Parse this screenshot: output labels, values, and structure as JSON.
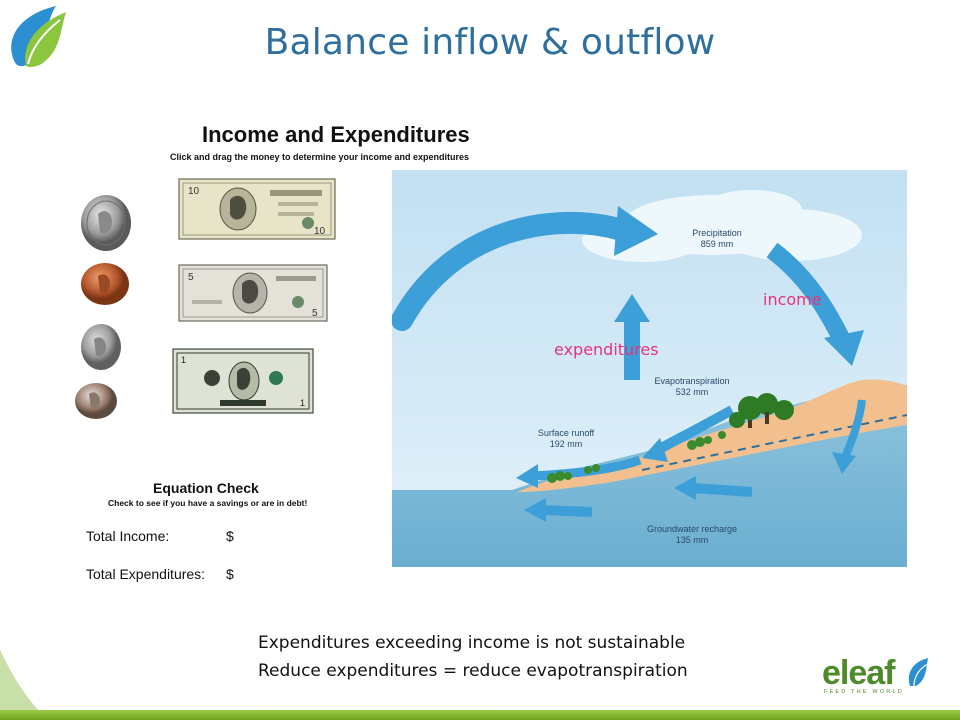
{
  "slide": {
    "title": "Balance inflow & outflow",
    "caption_lines": [
      "Expenditures exceeding income is not sustainable",
      "Reduce expenditures = reduce evapotranspiration"
    ]
  },
  "worksheet": {
    "title": "Income and Expenditures",
    "subtitle": "Click and drag the money to determine your income and expenditures",
    "equation_title": "Equation Check",
    "equation_subtitle": "Check to see if you have a savings or are in debt!",
    "total_income_label": "Total Income:",
    "total_income_value": "$",
    "total_expenditures_label": "Total Expenditures:",
    "total_expenditures_value": "$"
  },
  "diagram": {
    "precipitation": "Precipitation\n859 mm",
    "evapotranspiration": "Evapotranspiration\n532 mm",
    "surface_runoff": "Surface runoff\n192 mm",
    "groundwater": "Groundwater recharge\n135 mm"
  },
  "overlay": {
    "income": "income",
    "expenditures": "expenditures"
  },
  "logo": {
    "word": "eleaf",
    "tagline": "FEED THE WORLD"
  },
  "colors": {
    "title": "#2e6f9e",
    "overlay_text": "#e8327a",
    "brand_green": "#6ea31f",
    "sky": "#cfe7f5",
    "sea": "#7fb9d6",
    "land": "#f2c08e",
    "arrow": "#3d9fd8"
  },
  "icons": [
    "leaf-logo-icon",
    "quarter-coin-icon",
    "penny-coin-icon",
    "nickel-coin-icon",
    "dime-coin-icon",
    "ten-dollar-bill-icon",
    "five-dollar-bill-icon",
    "one-dollar-bill-icon",
    "tree-icon",
    "shrub-icon"
  ]
}
